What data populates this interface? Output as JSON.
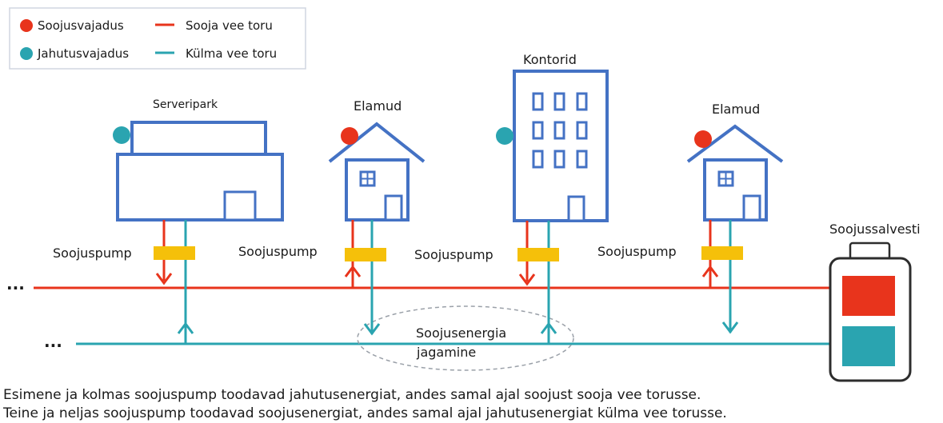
{
  "colors": {
    "heat": "#e8341c",
    "cool": "#2aa4b0",
    "building": "#4472c4",
    "pump": "#f5c00a",
    "text": "#1a1a1a"
  },
  "legend": {
    "heat_demand": "Soojusvajadus",
    "cool_demand": "Jahutusvajadus",
    "warm_pipe": "Sooja vee toru",
    "cold_pipe": "Külma vee toru"
  },
  "buildings": {
    "server": "Serveripark",
    "homes1": "Elamud",
    "offices": "Kontorid",
    "homes2": "Elamud",
    "storage": "Soojussalvesti"
  },
  "pumps": [
    "Soojuspump",
    "Soojuspump",
    "Soojuspump",
    "Soojuspump"
  ],
  "sharing": {
    "line1": "Soojusenergia",
    "line2": "jagamine"
  },
  "ellipsis": "...",
  "caption": {
    "line1": "Esimene ja kolmas soojuspump toodavad jahutusenergiat, andes samal ajal soojust sooja vee torusse.",
    "line2": "Teine ja neljas soojuspump toodavad soojusenergiat, andes samal ajal jahutusenergiat külma vee torusse."
  }
}
